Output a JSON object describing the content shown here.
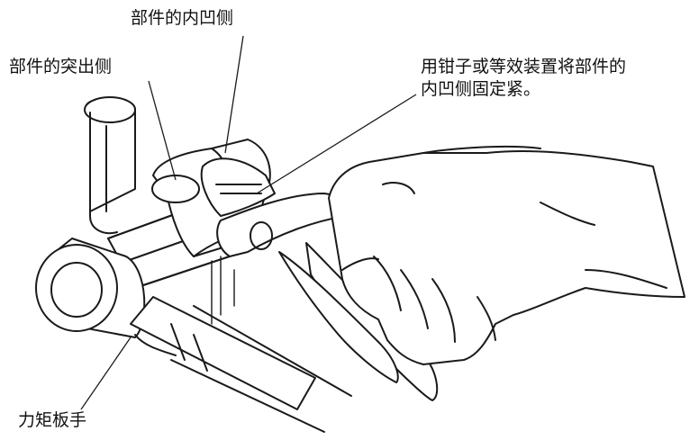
{
  "labels": {
    "concave_side": "部件的内凹侧",
    "protruding_side": "部件的突出侧",
    "instruction_line1": "用钳子或等效装置将部件的",
    "instruction_line2": "内凹侧固定紧。",
    "torque_wrench": "力矩板手"
  },
  "colors": {
    "ink": "#1a1a1a",
    "background": "#ffffff"
  }
}
